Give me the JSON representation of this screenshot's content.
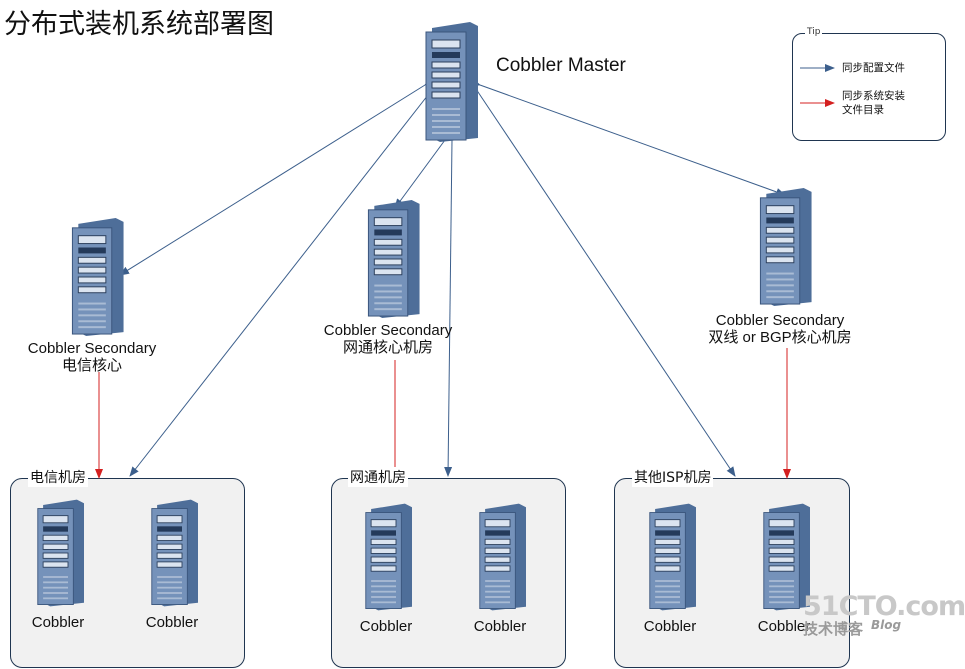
{
  "title": "分布式装机系统部署图",
  "master": {
    "label": "Cobbler Master"
  },
  "secondaries": [
    {
      "line1": "Cobbler Secondary",
      "line2": "电信核心"
    },
    {
      "line1": "Cobbler Secondary",
      "line2": "网通核心机房"
    },
    {
      "line1": "Cobbler Secondary",
      "line2": "双线 or BGP核心机房"
    }
  ],
  "rooms": [
    {
      "label": "电信机房",
      "servers": [
        "Cobbler",
        "Cobbler"
      ]
    },
    {
      "label": "网通机房",
      "servers": [
        "Cobbler",
        "Cobbler"
      ]
    },
    {
      "label": "其他ISP机房",
      "servers": [
        "Cobbler",
        "Cobbler"
      ]
    }
  ],
  "legend": {
    "tip": "Tip",
    "items": [
      {
        "text": "同步配置文件",
        "color": "#3c5f8c"
      },
      {
        "text": "同步系统安装文件目录",
        "line1": "同步系统安装",
        "line2": "文件目录",
        "color": "#d42020"
      }
    ]
  },
  "watermark": {
    "main": "51CTO.com",
    "sub": "技术博客",
    "blog": "Blog"
  },
  "colors": {
    "sync_config": "#3c5f8c",
    "sync_install": "#d42020",
    "server_body": "#6f8fb8"
  }
}
